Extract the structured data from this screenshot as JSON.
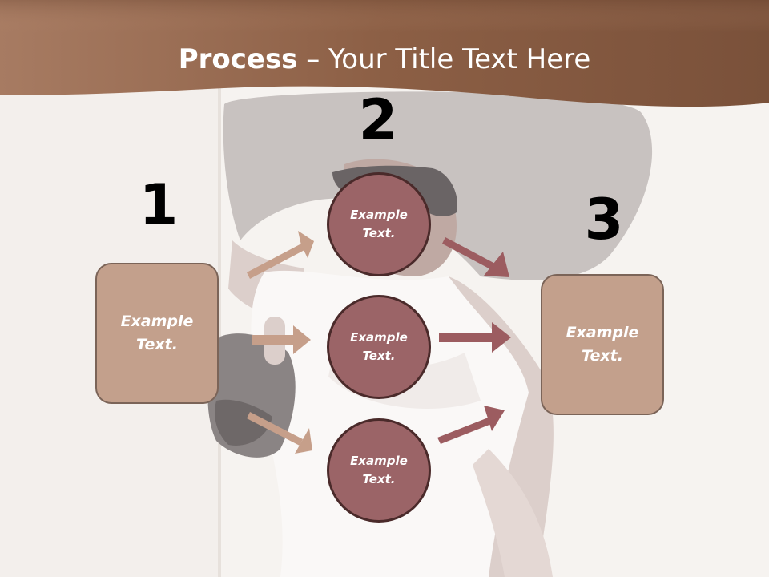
{
  "title": {
    "bold": "Process",
    "rest": " – Your Title Text Here"
  },
  "steps": {
    "one": "1",
    "two": "2",
    "three": "3"
  },
  "left_box": {
    "text": "Example Text."
  },
  "right_box": {
    "text": "Example Text."
  },
  "circles": [
    {
      "text": "Example Text."
    },
    {
      "text": "Example Text."
    },
    {
      "text": "Example Text."
    }
  ],
  "colors": {
    "header_brown": "#8d5f45",
    "box_fill": "#c3a08c",
    "circle_fill": "#9b6467",
    "arrow_light": "#c69f8a",
    "arrow_dark": "#9c5c60"
  }
}
